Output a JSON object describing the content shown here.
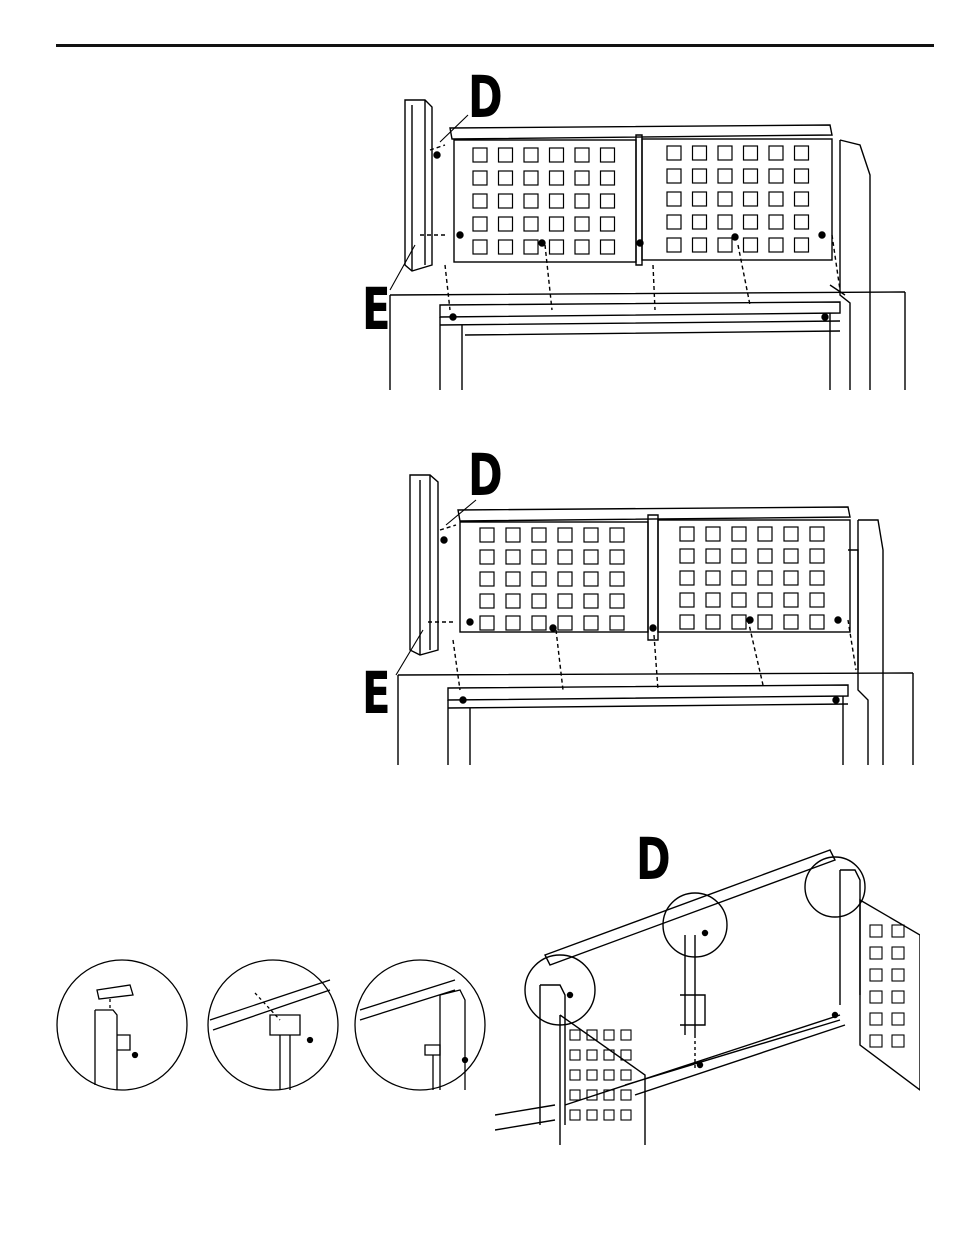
{
  "callouts": {
    "step1_d": "D",
    "step1_e": "E",
    "step2_d": "D",
    "step2_e": "E",
    "step3_d": "D"
  },
  "colors": {
    "ink": "#000000",
    "paper": "#ffffff"
  }
}
